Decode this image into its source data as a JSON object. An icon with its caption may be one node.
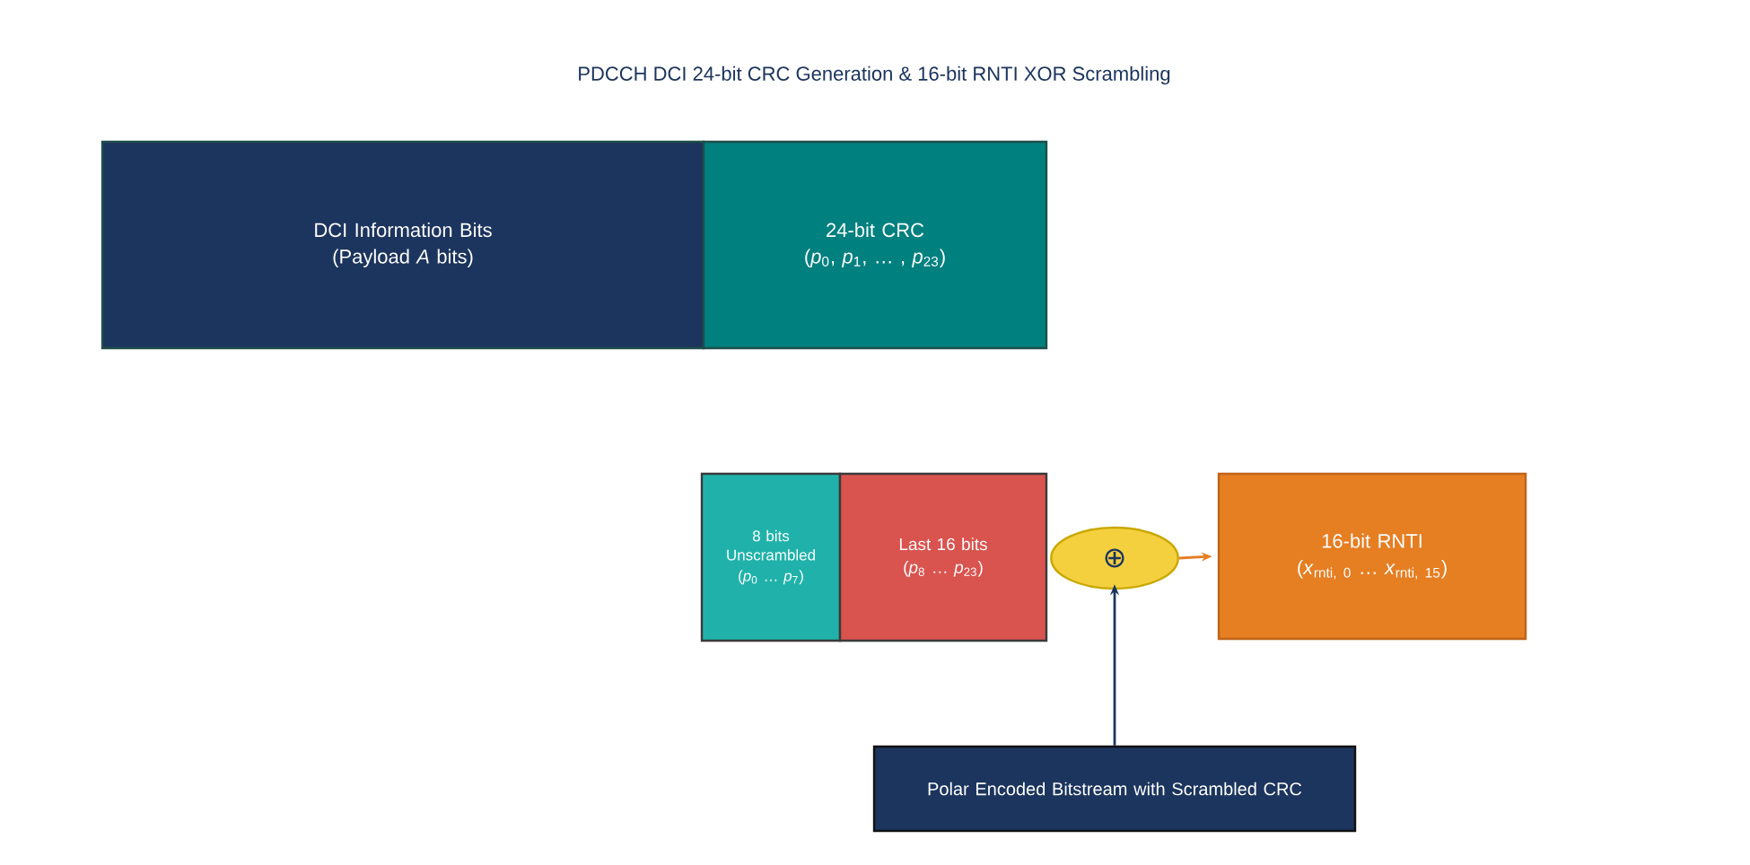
{
  "diagram": {
    "title": "PDCCH DCI 24-bit CRC Generation & 16-bit RNTI XOR Scrambling",
    "nodes": [
      {
        "text": [
          "DCI Information Bits",
          "(Payload *A* bits)"
        ]
      },
      {
        "text": [
          "24-bit CRC",
          "(*p*$_{0}$, *p*$_{1}$, … , *p*$_{23}$)"
        ]
      },
      {
        "text": [
          "8 bits Unscrambled",
          "(*p*$_{0}$ … *p*$_{7}$)"
        ]
      },
      {
        "text": [
          "Last 16 bits",
          "(*p*$_{8}$ … *p*$_{23}$)"
        ]
      },
      {
        "text": [
          "⊕"
        ]
      },
      {
        "text": [
          "16-bit RNTI",
          "(*x*$_{rnti, 0}$ … *x*$_{rnti, 15}$)"
        ]
      },
      {
        "text": [
          "Polar Encoded Bitstream with Scrambled CRC"
        ]
      }
    ],
    "edges": [
      {
        "from": 4,
        "to": 5,
        "arrow": "to",
        "color": "#e67e22"
      },
      {
        "from": 6,
        "to": 4,
        "arrow": "to",
        "color": "#1c355e"
      }
    ]
  }
}
